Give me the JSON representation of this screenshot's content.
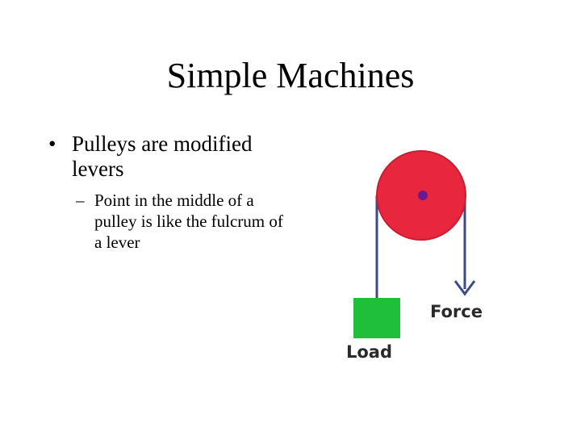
{
  "slide": {
    "title": "Simple Machines",
    "bullets": [
      {
        "marker": "•",
        "text": "Pulleys are modified levers",
        "sub_bullets": [
          {
            "marker": "–",
            "text": "Point in the middle of a pulley is like the fulcrum of a lever"
          }
        ]
      }
    ]
  },
  "diagram": {
    "load_label": "Load",
    "force_label": "Force",
    "colors": {
      "wheel": "#e8273f",
      "axle": "#6a1a8c",
      "load": "#1fbf3c",
      "rope": "#3b4a8a"
    }
  }
}
